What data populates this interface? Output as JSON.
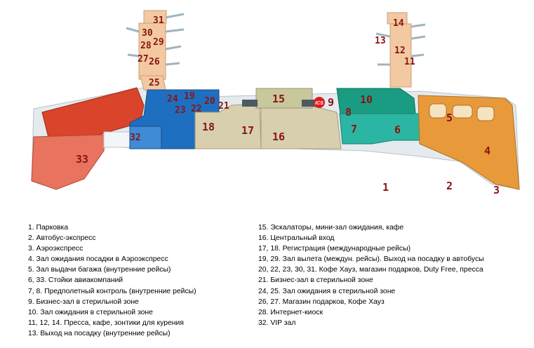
{
  "map": {
    "ics_badge": "ICS",
    "zone_labels": [
      {
        "id": "z1",
        "text": "1"
      },
      {
        "id": "z2",
        "text": "2"
      },
      {
        "id": "z3",
        "text": "3"
      },
      {
        "id": "z4",
        "text": "4"
      },
      {
        "id": "z5",
        "text": "5"
      },
      {
        "id": "z6",
        "text": "6"
      },
      {
        "id": "z7",
        "text": "7"
      },
      {
        "id": "z8",
        "text": "8"
      },
      {
        "id": "z9",
        "text": "9"
      },
      {
        "id": "z10",
        "text": "10"
      },
      {
        "id": "z11",
        "text": "11"
      },
      {
        "id": "z12",
        "text": "12"
      },
      {
        "id": "z13",
        "text": "13"
      },
      {
        "id": "z14",
        "text": "14"
      },
      {
        "id": "z15",
        "text": "15"
      },
      {
        "id": "z16",
        "text": "16"
      },
      {
        "id": "z17",
        "text": "17"
      },
      {
        "id": "z18",
        "text": "18"
      },
      {
        "id": "z19",
        "text": "19"
      },
      {
        "id": "z20",
        "text": "20"
      },
      {
        "id": "z21",
        "text": "21"
      },
      {
        "id": "z22",
        "text": "22"
      },
      {
        "id": "z23",
        "text": "23"
      },
      {
        "id": "z24",
        "text": "24"
      },
      {
        "id": "z25",
        "text": "25"
      },
      {
        "id": "z26",
        "text": "26"
      },
      {
        "id": "z27",
        "text": "27"
      },
      {
        "id": "z28",
        "text": "28"
      },
      {
        "id": "z29",
        "text": "29"
      },
      {
        "id": "z30",
        "text": "30"
      },
      {
        "id": "z31",
        "text": "31"
      },
      {
        "id": "z32",
        "text": "32"
      },
      {
        "id": "z33",
        "text": "33"
      }
    ],
    "colors": {
      "parking_red": "#d9442a",
      "vip_salmon": "#e8735f",
      "business_blue": "#1f6fc0",
      "checkin_beige": "#d8cfae",
      "escalators_khaki": "#c9c79c",
      "lounge_green": "#1a9c82",
      "security_teal": "#2bb5a3",
      "baggage_orange": "#e89a3a",
      "piers_peach": "#f2c9a0",
      "ics_red": "#e01b1b"
    }
  },
  "legend": {
    "left": [
      "1. Парковка",
      "2. Автобус-экспресс",
      "3. Аэроэкспресс",
      "4. Зал ожидания посадки в Аэроэкспресс",
      "5. Зал выдачи багажа (внутренние рейсы)",
      "6, 33. Стойки авиакомпаний",
      "7, 8. Предполетный контроль (внутренние рейсы)",
      "9. Бизнес-зал в стерильной зоне",
      "10. Зал ожидания в стерильной зоне",
      "11, 12, 14. Пресса, кафе, зонтики для курения",
      "13. Выход на посадку (внутренние рейсы)"
    ],
    "right": [
      "15. Эскалаторы, мини-зал ожидания, кафе",
      "16. Центральный вход",
      "17, 18. Регистрация (международные рейсы)",
      "19, 29. Зал вылета (междун. рейсы). Выход на посадку в автобусы",
      "20, 22, 23, 30, 31. Кофе Хауз, магазин подарков, Duty Free, пресса",
      "21. Бизнес-зал в стерильной зоне",
      "24, 25. Зал ожидания в стерильной зоне",
      "26, 27. Магазин подарков, Кофе Хауз",
      "28. Интернет-киоск",
      "32. VIP зал"
    ]
  }
}
